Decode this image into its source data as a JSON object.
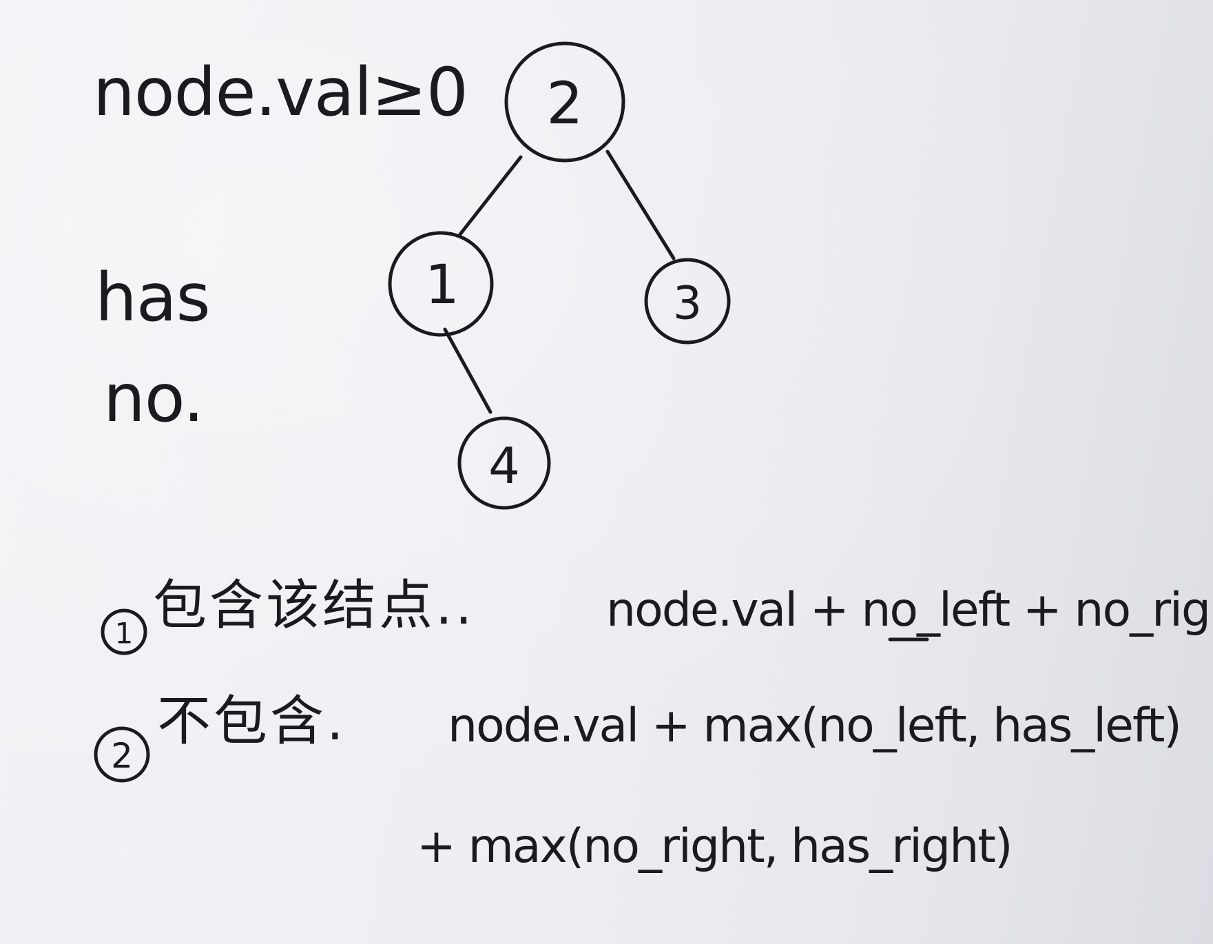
{
  "constraint_label": "node.val≥0",
  "state_labels": {
    "has": "has",
    "no": "no."
  },
  "tree": {
    "nodes": [
      {
        "id": "n2",
        "value": "2"
      },
      {
        "id": "n1",
        "value": "1"
      },
      {
        "id": "n3",
        "value": "3"
      },
      {
        "id": "n4",
        "value": "4"
      }
    ],
    "edges": [
      {
        "from": "n2",
        "to": "n1"
      },
      {
        "from": "n2",
        "to": "n3"
      },
      {
        "from": "n1",
        "to": "n4"
      }
    ]
  },
  "cases": [
    {
      "marker": "1",
      "label": "包含该结点..",
      "formula": "node.val + no_left + no_right"
    },
    {
      "marker": "2",
      "label": "不包含.",
      "formula": "node.val + max(no_left, has_left)",
      "continuation": "+ max(no_right, has_right)"
    }
  ]
}
